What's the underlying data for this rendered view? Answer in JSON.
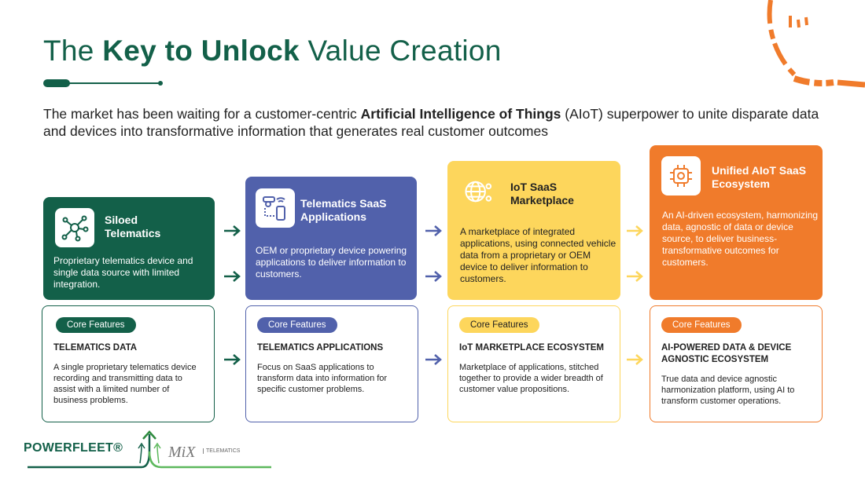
{
  "title": {
    "pre": "The ",
    "bold": "Key to Unlock",
    "post": " Value Creation"
  },
  "subtitle": {
    "pre": "The market has been waiting for a customer-centric ",
    "bold": "Artificial Intelligence of Things",
    "post": " (AIoT) superpower to unite disparate data and devices into transformative information that generates real customer outcomes"
  },
  "colors": {
    "green": "#136049",
    "blue": "#5161ab",
    "yellow": "#fdd65c",
    "orange": "#f07b2b"
  },
  "stages": [
    {
      "title": "Siloed Telematics",
      "icon": "network-hub-icon",
      "desc": "Proprietary telematics device and single data source with limited integration.",
      "badge": "Core Features",
      "feature_title": "TELEMATICS DATA",
      "feature_desc": "A single proprietary telematics device recording and transmitting data to assist with a limited number of business problems."
    },
    {
      "title": "Telematics SaaS Applications",
      "icon": "camera-phone-icon",
      "desc": "OEM or proprietary device powering applications to deliver information to customers.",
      "badge": "Core Features",
      "feature_title": "TELEMATICS APPLICATIONS",
      "feature_desc": "Focus on SaaS applications to transform data into information for specific customer problems."
    },
    {
      "title": "IoT SaaS Marketplace",
      "icon": "globe-network-icon",
      "desc": "A marketplace of integrated applications, using connected vehicle data from a proprietary or OEM device to deliver information to customers.",
      "badge": "Core Features",
      "feature_title": "IoT MARKETPLACE ECOSYSTEM",
      "feature_desc": "Marketplace of applications, stitched together to provide a wider breadth of customer value propositions."
    },
    {
      "title": "Unified AIoT SaaS Ecosystem",
      "icon": "ai-chip-icon",
      "desc": "An AI-driven ecosystem, harmonizing data, agnostic of data or device source, to deliver business-transformative outcomes for customers.",
      "badge": "Core Features",
      "feature_title": "AI-POWERED DATA & DEVICE AGNOSTIC ECOSYSTEM",
      "feature_desc": "True data and device agnostic harmonization platform, using AI to transform customer operations."
    }
  ],
  "logos": {
    "powerfleet": "POWERFLEET®",
    "mix": "MiX",
    "telematics": "TELEMATICS"
  }
}
